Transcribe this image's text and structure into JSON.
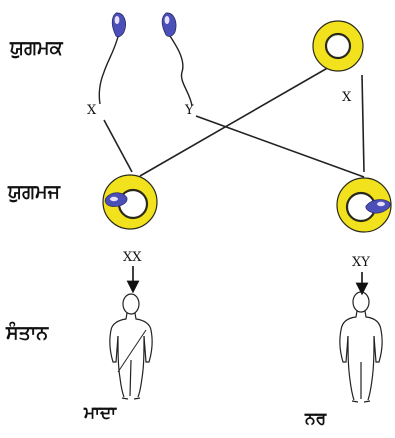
{
  "labels": {
    "gametes": "ਯੁਗਮਕ",
    "zygote": "ਯੁਗਮਜ",
    "offspring": "ਸੰਤਾਨ",
    "female": "ਮਾਦਾ",
    "male": "ਨਰ"
  },
  "chromosomes": {
    "sperm_left": "X",
    "sperm_right": "Y",
    "egg": "X",
    "zygote_left": "XX",
    "zygote_right": "XY"
  },
  "colors": {
    "ring": "#f2e21e",
    "ring_edge": "#2a2a1a",
    "sperm": "#4b4fb8",
    "sperm_highlight": "#e9e0ff",
    "line": "#222222"
  }
}
